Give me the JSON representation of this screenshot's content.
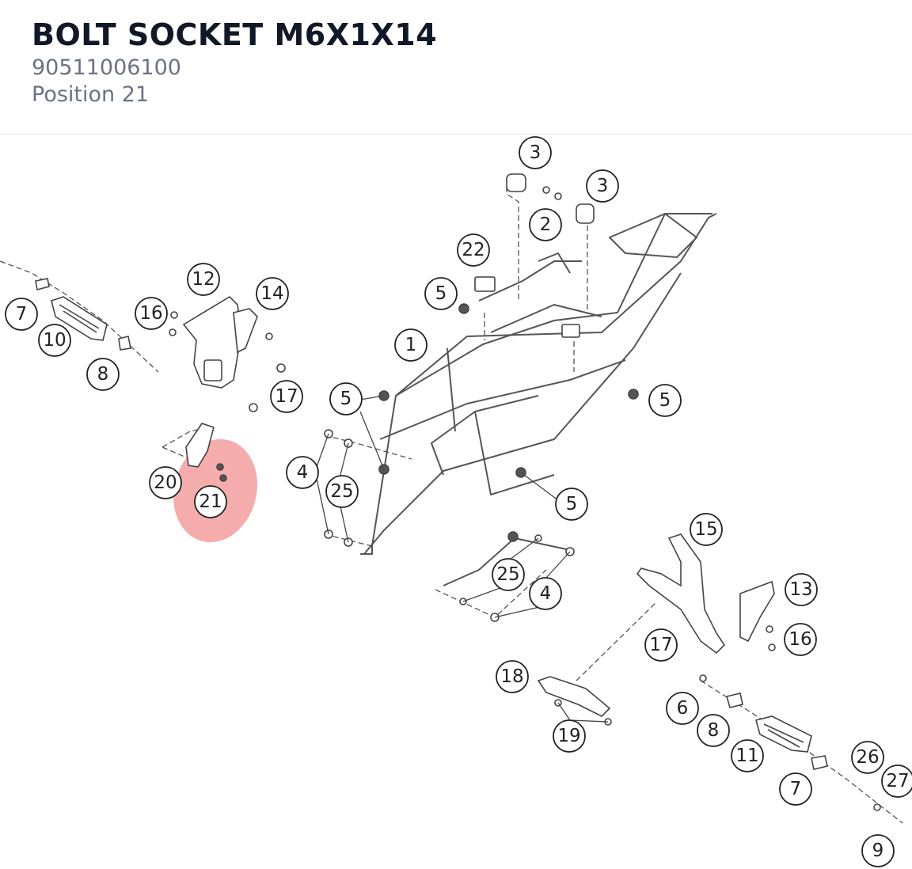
{
  "header": {
    "title": "BOLT SOCKET M6X1X14",
    "part_number": "90511006100",
    "position": "Position 21"
  },
  "diagram": {
    "highlight_color": "#f08080",
    "highlighted_callout": "21",
    "callouts": [
      "3",
      "3",
      "2",
      "22",
      "5",
      "1",
      "12",
      "14",
      "16",
      "7",
      "10",
      "8",
      "17",
      "5",
      "5",
      "4",
      "25",
      "20",
      "21",
      "5",
      "15",
      "13",
      "25",
      "4",
      "17",
      "16",
      "18",
      "6",
      "8",
      "19",
      "11",
      "26",
      "7",
      "27",
      "9"
    ]
  }
}
